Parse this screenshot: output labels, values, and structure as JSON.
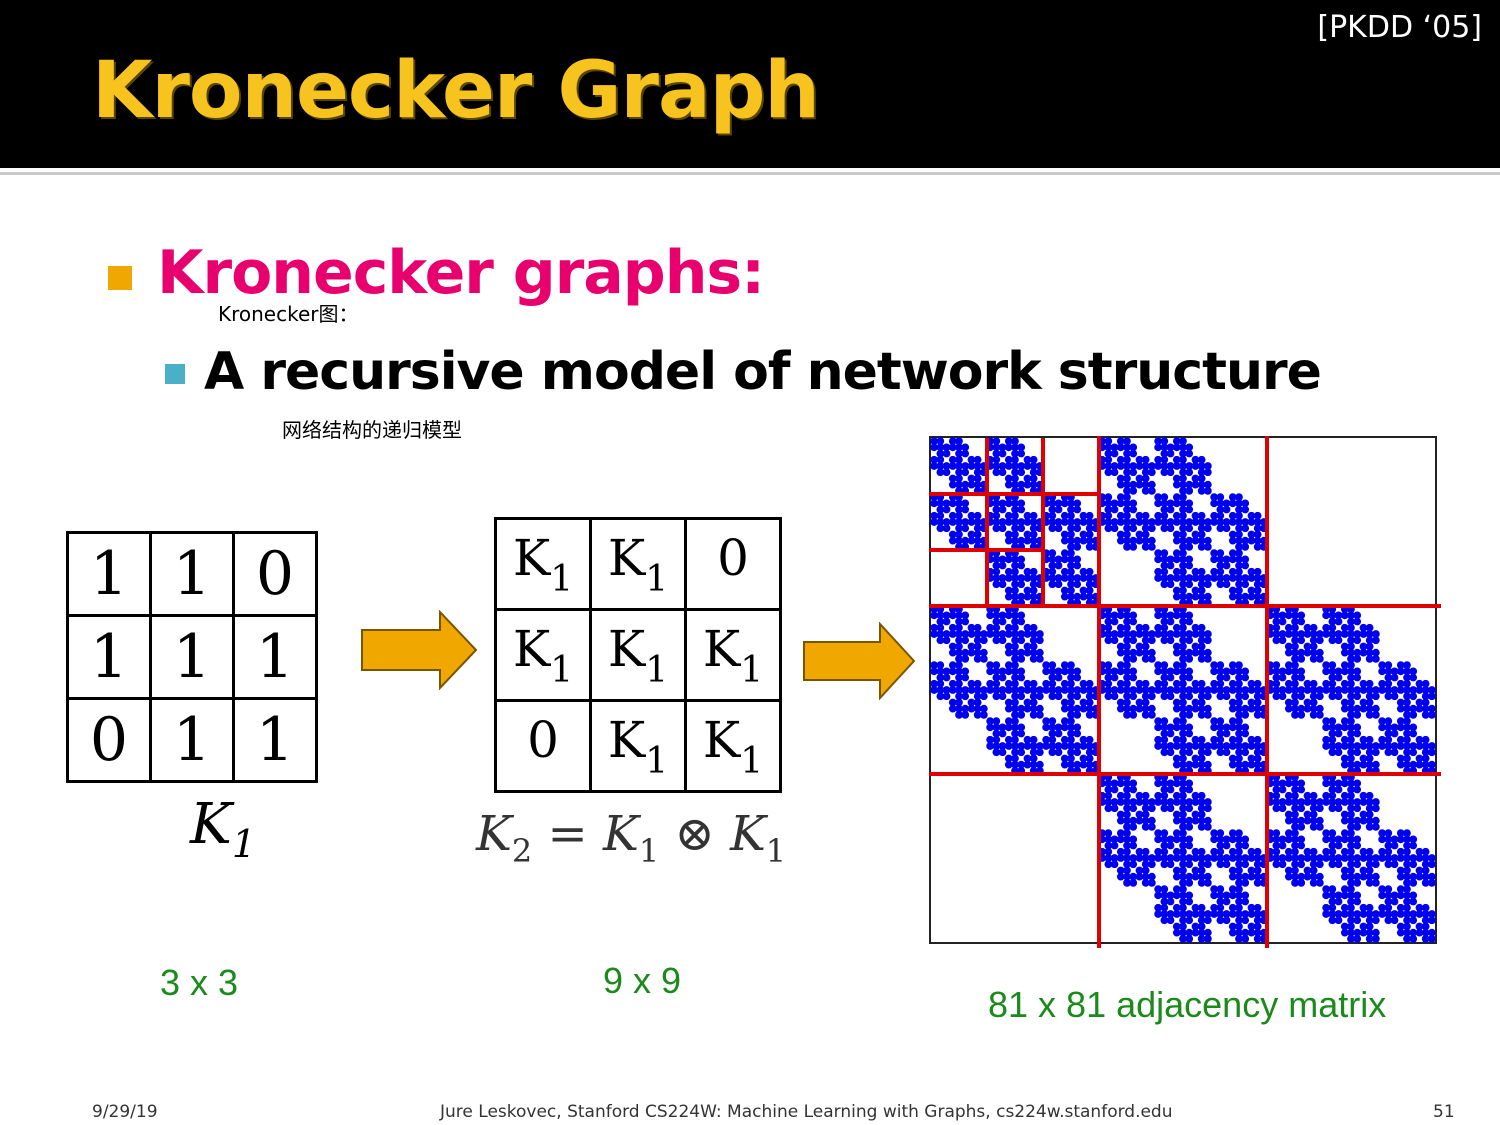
{
  "header": {
    "citation": "[PKDD ‘05]",
    "title": "Kronecker Graph"
  },
  "bullets": {
    "main": "Kronecker graphs:",
    "main_note": "Kronecker图：",
    "sub": "A recursive model of network structure",
    "sub_note": "网络结构的递归模型"
  },
  "k1": {
    "rows": [
      [
        "1",
        "1",
        "0"
      ],
      [
        "1",
        "1",
        "1"
      ],
      [
        "0",
        "1",
        "1"
      ]
    ],
    "label": "K",
    "label_sub": "1",
    "size": "3 x 3"
  },
  "k2": {
    "rows": [
      [
        {
          "t": "K",
          "s": "1"
        },
        {
          "t": "K",
          "s": "1"
        },
        {
          "t": "0",
          "s": ""
        }
      ],
      [
        {
          "t": "K",
          "s": "1"
        },
        {
          "t": "K",
          "s": "1"
        },
        {
          "t": "K",
          "s": "1"
        }
      ],
      [
        {
          "t": "0",
          "s": ""
        },
        {
          "t": "K",
          "s": "1"
        },
        {
          "t": "K",
          "s": "1"
        }
      ]
    ],
    "eq_lhs": "K",
    "eq_lhs_sub": "2",
    "eq_op": "=",
    "eq_a": "K",
    "eq_a_sub": "1",
    "eq_otimes": "⊗",
    "eq_b": "K",
    "eq_b_sub": "1",
    "size": "9 x 9"
  },
  "adjacency": {
    "size": "81 x 81 adjacency matrix",
    "k1_pattern": [
      [
        1,
        1,
        0
      ],
      [
        1,
        1,
        1
      ],
      [
        0,
        1,
        1
      ]
    ],
    "dot_color": "#0000ee",
    "grid_color": "#e00000"
  },
  "colors": {
    "title": "#f7c41f",
    "bullet_main": "#e8006e",
    "arrow": "#f0a800",
    "dims": "#1a8a1a"
  },
  "footer": {
    "date": "9/29/19",
    "credit": "Jure Leskovec, Stanford CS224W: Machine Learning with Graphs, cs224w.stanford.edu",
    "page": "51"
  }
}
